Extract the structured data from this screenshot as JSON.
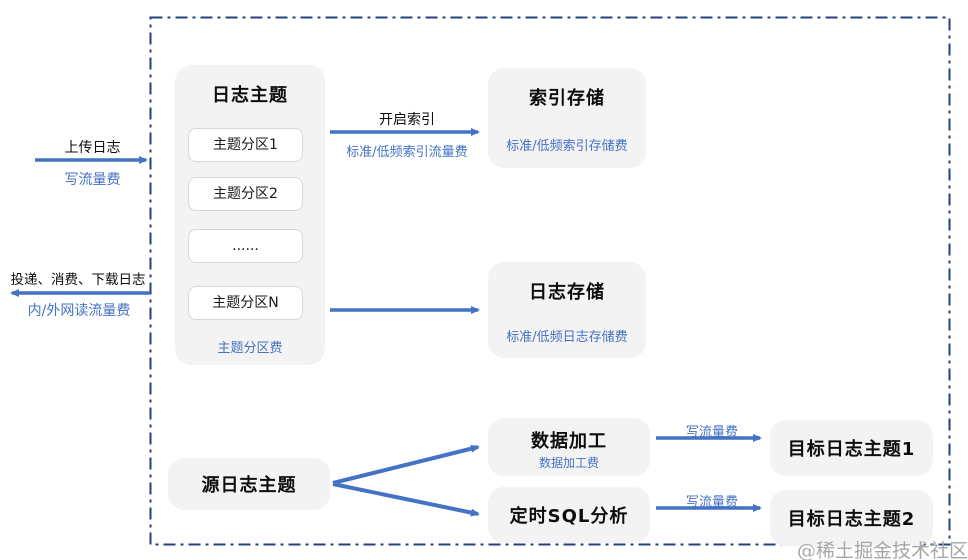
{
  "diagram": {
    "log_topic_panel": {
      "title": "日志主题",
      "partitions": [
        "主题分区1",
        "主题分区2",
        "......",
        "主题分区N"
      ],
      "fee_label": "主题分区费"
    },
    "index_storage": {
      "title": "索引存储",
      "fee_label": "标准/低频索引存储费"
    },
    "log_storage": {
      "title": "日志存储",
      "fee_label": "标准/低频日志存储费"
    },
    "source_log_topic": {
      "title": "源日志主题"
    },
    "data_processing": {
      "title": "数据加工",
      "fee_label": "数据加工费"
    },
    "scheduled_sql": {
      "title": "定时SQL分析"
    },
    "target_log_topic_1": {
      "title": "目标日志主题1"
    },
    "target_log_topic_2": {
      "title": "目标日志主题2"
    },
    "arrows": {
      "upload": {
        "label": "上传日志",
        "fee_label": "写流量费"
      },
      "consume": {
        "label": "投递、消费、下载日志",
        "fee_label": "内/外网读流量费"
      },
      "enable_index": {
        "label": "开启索引",
        "fee_label": "标准/低频索引流量费"
      },
      "to_target_1": {
        "fee_label": "写流量费"
      },
      "to_target_2": {
        "fee_label": "写流量费"
      }
    },
    "watermark": "@稀土掘金技术社区",
    "colors": {
      "arrow_blue": "#4472C4",
      "fee_text_blue": "#4472C4",
      "dashed_border_navy": "#24427C",
      "panel_gray": "#F3F3F3"
    }
  }
}
